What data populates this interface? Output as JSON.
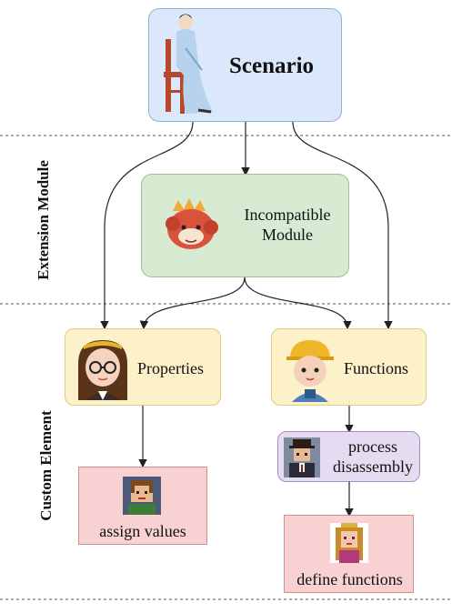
{
  "nodes": {
    "scenario": "Scenario",
    "incompatible_module": "Incompatible Module",
    "properties": "Properties",
    "functions": "Functions",
    "process_disassembly": "process disassembly",
    "assign_values": "assign values",
    "define_functions": "define functions"
  },
  "sections": {
    "extension_module": "Extension Module",
    "custom_element": "Custom Element"
  },
  "colors": {
    "scenario_fill": "#dbe8fb",
    "module_fill": "#d7ebd2",
    "element_fill": "#fcf1c8",
    "process_fill": "#e6dcf1",
    "action_fill": "#f8d2d2"
  },
  "icons": [
    "lady-chair-icon",
    "dragon-icon",
    "girl-glasses-icon",
    "boy-cap-icon",
    "gentleman-pixel-icon",
    "boy-pixel-icon",
    "princess-pixel-icon"
  ]
}
